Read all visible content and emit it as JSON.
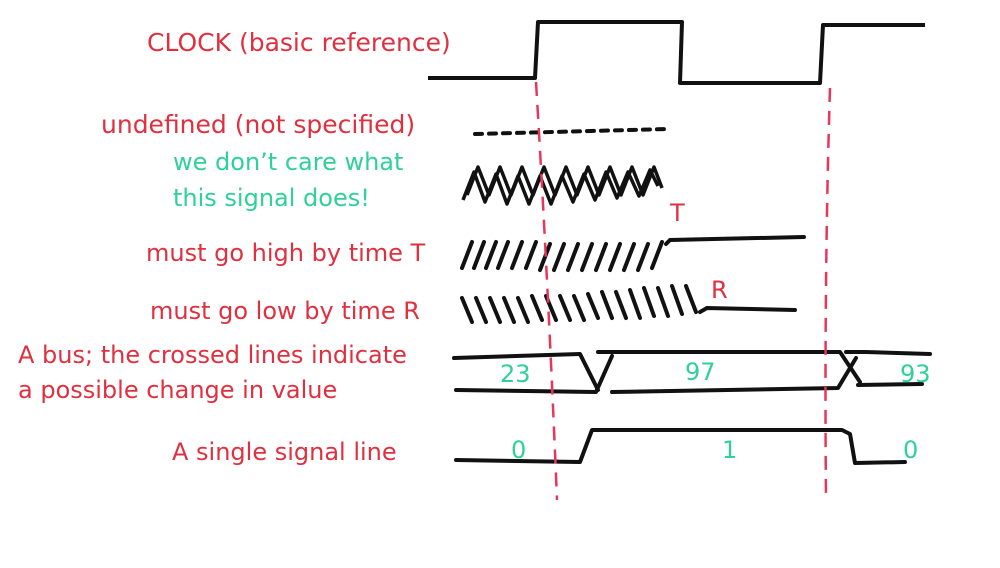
{
  "colors": {
    "ink": "#111111",
    "label_red": "#e0303f",
    "value_green": "#2ed197",
    "guide_pink": "#e8365a"
  },
  "labels": {
    "clock": "CLOCK (basic reference)",
    "undefined": "undefined (not specified)",
    "dont_care_1": "we don’t care what",
    "dont_care_2": "this signal does!",
    "time_t": "T",
    "go_high": "must go high by time T",
    "time_r": "R",
    "go_low": "must go low by time R",
    "bus_1": "A bus; the crossed lines indicate",
    "bus_2": "a possible change in value",
    "single": "A single signal line"
  },
  "bus_values": [
    "23",
    "97",
    "93"
  ],
  "single_values": [
    "0",
    "1",
    "0"
  ]
}
